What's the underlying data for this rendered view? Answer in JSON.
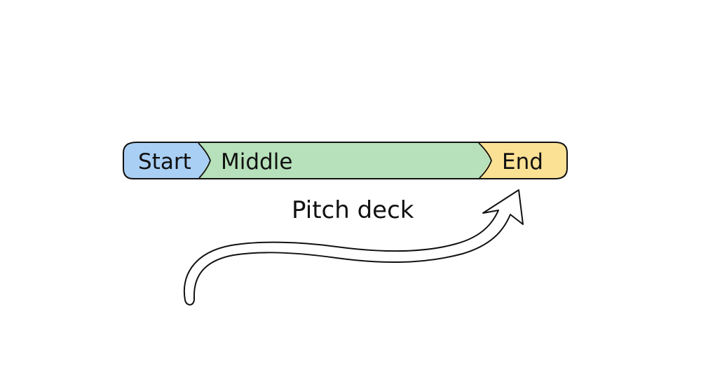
{
  "diagram": {
    "title": "Pitch deck",
    "segments": [
      {
        "id": "start",
        "label": "Start",
        "color": "#a9cff4"
      },
      {
        "id": "middle",
        "label": "Middle",
        "color": "#b7e1ba"
      },
      {
        "id": "end",
        "label": "End",
        "color": "#fbe194"
      }
    ],
    "arrow": {
      "description": "curved arrow pointing up toward End"
    },
    "outline_color": "#111111"
  }
}
